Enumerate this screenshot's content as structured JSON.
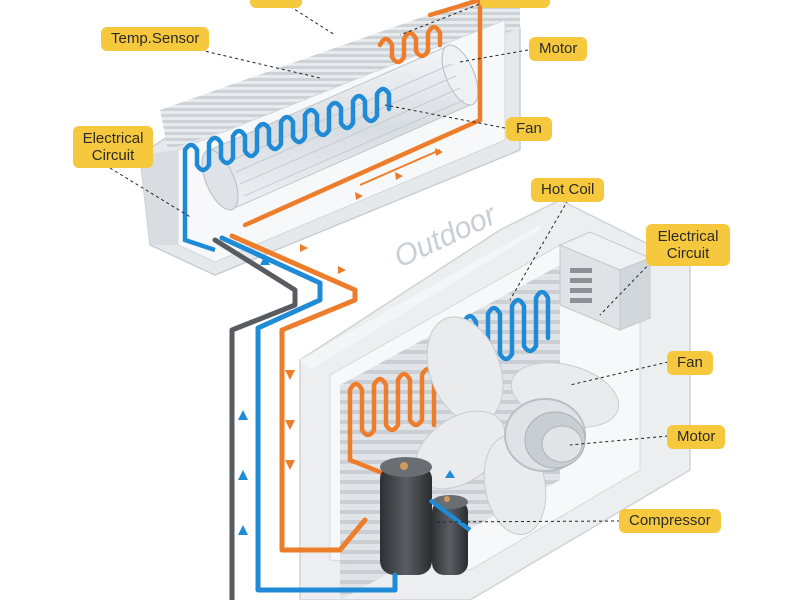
{
  "diagram": {
    "outdoor_label": "Outdoor",
    "callouts": {
      "temp_sensor": "Temp.Sensor",
      "motor_indoor": "Motor",
      "fan_indoor": "Fan",
      "electrical_indoor": "Electrical Circuit",
      "hot_coil": "Hot Coil",
      "electrical_outdoor": "Electrical Circuit",
      "fan_outdoor": "Fan",
      "motor_outdoor": "Motor",
      "compressor": "Compressor"
    },
    "colors": {
      "callout_fill": "#f6c83e",
      "hot_pipe": "#ee7d2b",
      "cold_pipe": "#1f8bd6",
      "dark_pipe": "#585c61",
      "casing": "#e4e7ea"
    }
  }
}
